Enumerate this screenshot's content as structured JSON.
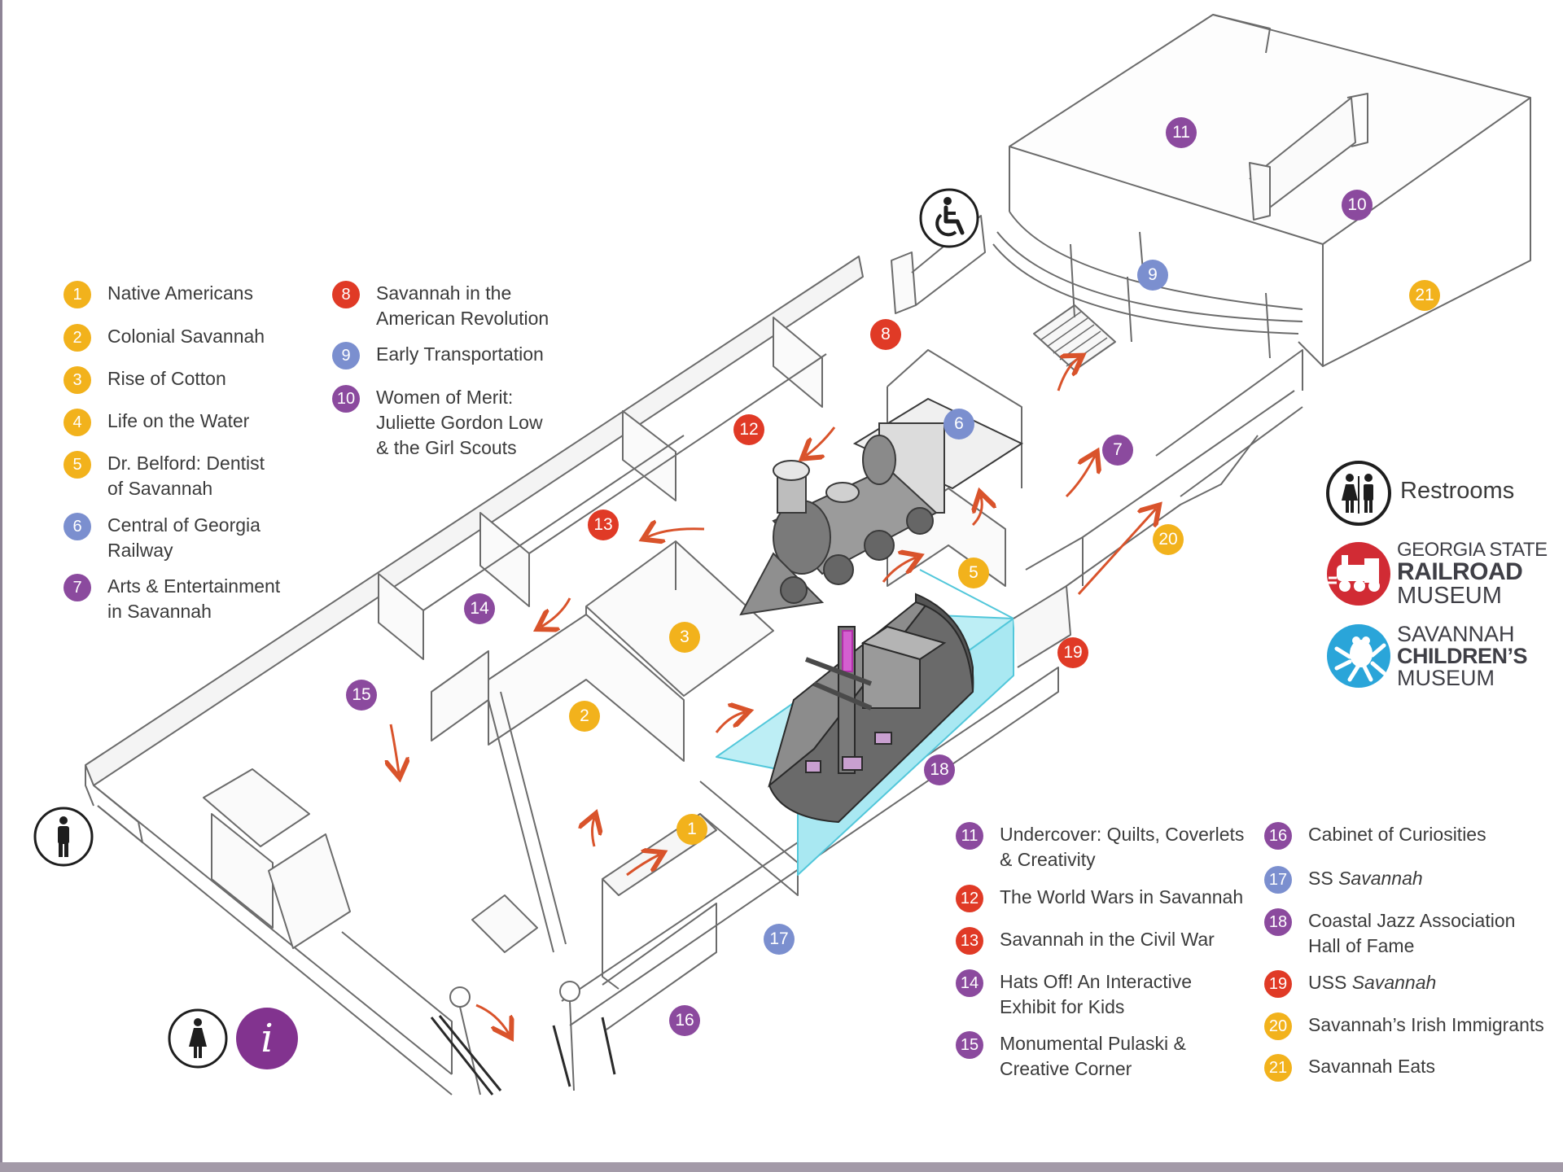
{
  "colors": {
    "yellow": "#f2b21c",
    "blue": "#7b8fcf",
    "purple": "#8b4a9e",
    "red": "#e03a26",
    "glass": "#7fdbe9",
    "arrow": "#d9532b",
    "railroad_red": "#d12b34",
    "childrens_blue": "#2aa5d9",
    "info_purple": "#82338f"
  },
  "legend_left": [
    {
      "num": "1",
      "color": "yellow",
      "lines": [
        "Native Americans"
      ]
    },
    {
      "num": "2",
      "color": "yellow",
      "lines": [
        "Colonial Savannah"
      ]
    },
    {
      "num": "3",
      "color": "yellow",
      "lines": [
        "Rise of Cotton"
      ]
    },
    {
      "num": "4",
      "color": "yellow",
      "lines": [
        "Life on the Water"
      ]
    },
    {
      "num": "5",
      "color": "yellow",
      "lines": [
        "Dr. Belford: Dentist",
        "of Savannah"
      ]
    },
    {
      "num": "6",
      "color": "blue",
      "lines": [
        "Central of Georgia",
        "Railway"
      ]
    },
    {
      "num": "7",
      "color": "purple",
      "lines": [
        "Arts & Entertainment",
        "in Savannah"
      ]
    }
  ],
  "legend_mid": [
    {
      "num": "8",
      "color": "red",
      "lines": [
        "Savannah in the",
        "American Revolution"
      ]
    },
    {
      "num": "9",
      "color": "blue",
      "lines": [
        "Early Transportation"
      ]
    },
    {
      "num": "10",
      "color": "purple",
      "lines": [
        "Women of Merit:",
        "Juliette Gordon Low",
        "& the Girl Scouts"
      ]
    }
  ],
  "legend_bottom_a": [
    {
      "num": "11",
      "color": "purple",
      "lines": [
        "Undercover: Quilts, Coverlets",
        "& Creativity"
      ]
    },
    {
      "num": "12",
      "color": "red",
      "lines": [
        "The World Wars in Savannah"
      ]
    },
    {
      "num": "13",
      "color": "red",
      "lines": [
        "Savannah in the Civil War"
      ]
    },
    {
      "num": "14",
      "color": "purple",
      "lines": [
        "Hats Off! An Interactive",
        "Exhibit for Kids"
      ]
    },
    {
      "num": "15",
      "color": "purple",
      "lines": [
        "Monumental Pulaski &",
        "Creative Corner"
      ]
    }
  ],
  "legend_bottom_b": [
    {
      "num": "16",
      "color": "purple",
      "lines": [
        "Cabinet of Curiosities"
      ]
    },
    {
      "num": "17",
      "color": "blue",
      "prefix": "SS ",
      "italic": "Savannah"
    },
    {
      "num": "18",
      "color": "purple",
      "lines": [
        "Coastal Jazz Association",
        "Hall of Fame"
      ]
    },
    {
      "num": "19",
      "color": "red",
      "prefix": "USS ",
      "italic": "Savannah"
    },
    {
      "num": "20",
      "color": "yellow",
      "lines": [
        "Savannah’s Irish Immigrants"
      ]
    },
    {
      "num": "21",
      "color": "yellow",
      "lines": [
        "Savannah Eats"
      ]
    }
  ],
  "markers": [
    {
      "num": "1",
      "color": "yellow"
    },
    {
      "num": "2",
      "color": "yellow"
    },
    {
      "num": "3",
      "color": "yellow"
    },
    {
      "num": "5",
      "color": "yellow"
    },
    {
      "num": "6",
      "color": "blue"
    },
    {
      "num": "7",
      "color": "purple"
    },
    {
      "num": "8",
      "color": "red"
    },
    {
      "num": "9",
      "color": "blue"
    },
    {
      "num": "10",
      "color": "purple"
    },
    {
      "num": "11",
      "color": "purple"
    },
    {
      "num": "12",
      "color": "red"
    },
    {
      "num": "13",
      "color": "red"
    },
    {
      "num": "14",
      "color": "purple"
    },
    {
      "num": "15",
      "color": "purple"
    },
    {
      "num": "16",
      "color": "purple"
    },
    {
      "num": "17",
      "color": "blue"
    },
    {
      "num": "18",
      "color": "purple"
    },
    {
      "num": "19",
      "color": "red"
    },
    {
      "num": "20",
      "color": "yellow"
    },
    {
      "num": "21",
      "color": "yellow"
    }
  ],
  "restrooms_label": "Restrooms",
  "logo_railroad": [
    "GEORGIA STATE",
    "RAILROAD",
    "MUSEUM"
  ],
  "logo_childrens": [
    "SAVANNAH",
    "CHILDREN’S",
    "MUSEUM"
  ],
  "info_glyph": "i",
  "icons": [
    "wheelchair-icon",
    "restroom-icon",
    "male-restroom-icon",
    "female-restroom-icon",
    "info-icon",
    "locomotive-icon",
    "ship-icon",
    "frog-icon"
  ]
}
